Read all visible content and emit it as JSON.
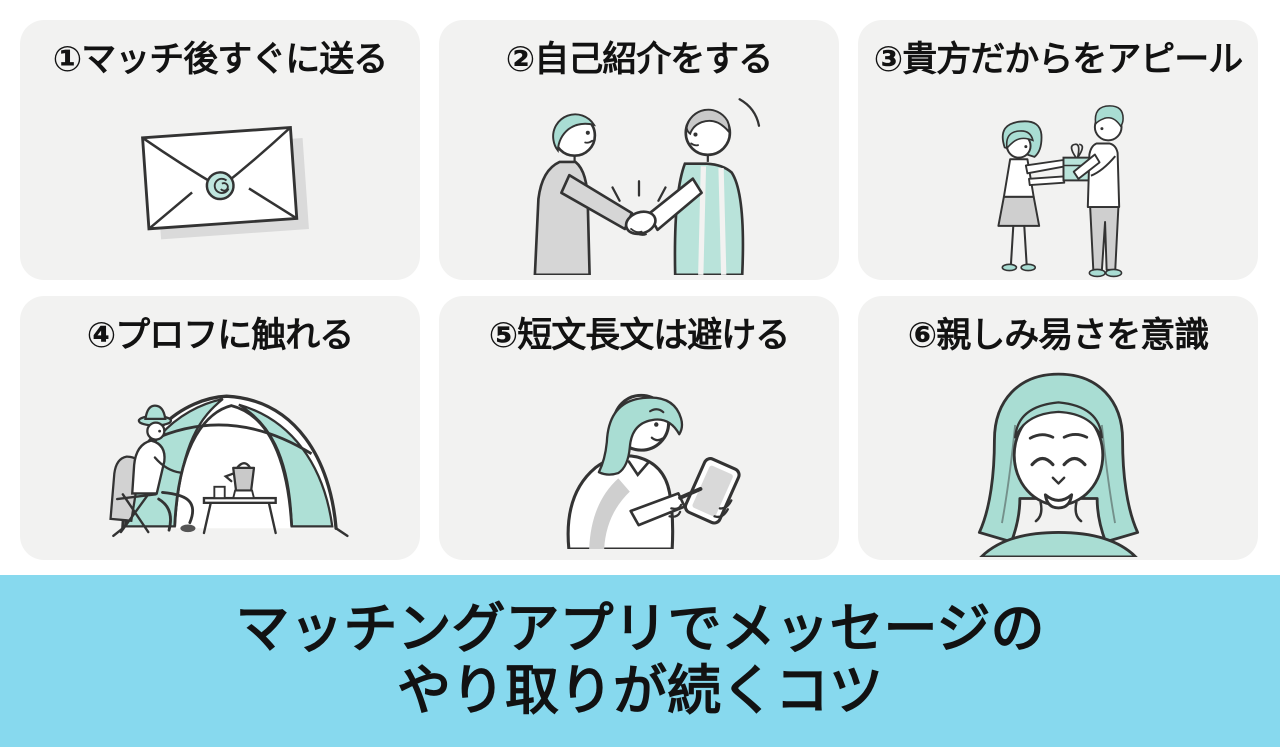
{
  "infographic": {
    "kind": "matching-app-message-tips",
    "language": "ja"
  },
  "cards": [
    {
      "number": "①",
      "title": "①マッチ後すぐに送る",
      "illustration": "sealed-envelope"
    },
    {
      "number": "②",
      "title": "②自己紹介をする",
      "illustration": "handshake-introduction"
    },
    {
      "number": "③",
      "title": "③貴方だからをアピール",
      "illustration": "giving-gift"
    },
    {
      "number": "④",
      "title": "④プロフに触れる",
      "illustration": "camping-tent-hobby"
    },
    {
      "number": "⑤",
      "title": "⑤短文長文は避ける",
      "illustration": "woman-with-smartphone"
    },
    {
      "number": "⑥",
      "title": "⑥親しみ易さを意識",
      "illustration": "smiling-woman-face"
    }
  ],
  "banner": {
    "line1": "マッチングアプリでメッセージの",
    "line2": "やり取りが続くコツ"
  },
  "colors": {
    "page_background": "#ffffff",
    "card_background": "#f2f2f1",
    "banner_background": "#87d9ee",
    "text": "#121212",
    "accent_teal": "#abdfd5",
    "accent_teal_light": "#bfe6de",
    "illustration_gray": "#d2d2d2",
    "line_color": "#333333"
  }
}
